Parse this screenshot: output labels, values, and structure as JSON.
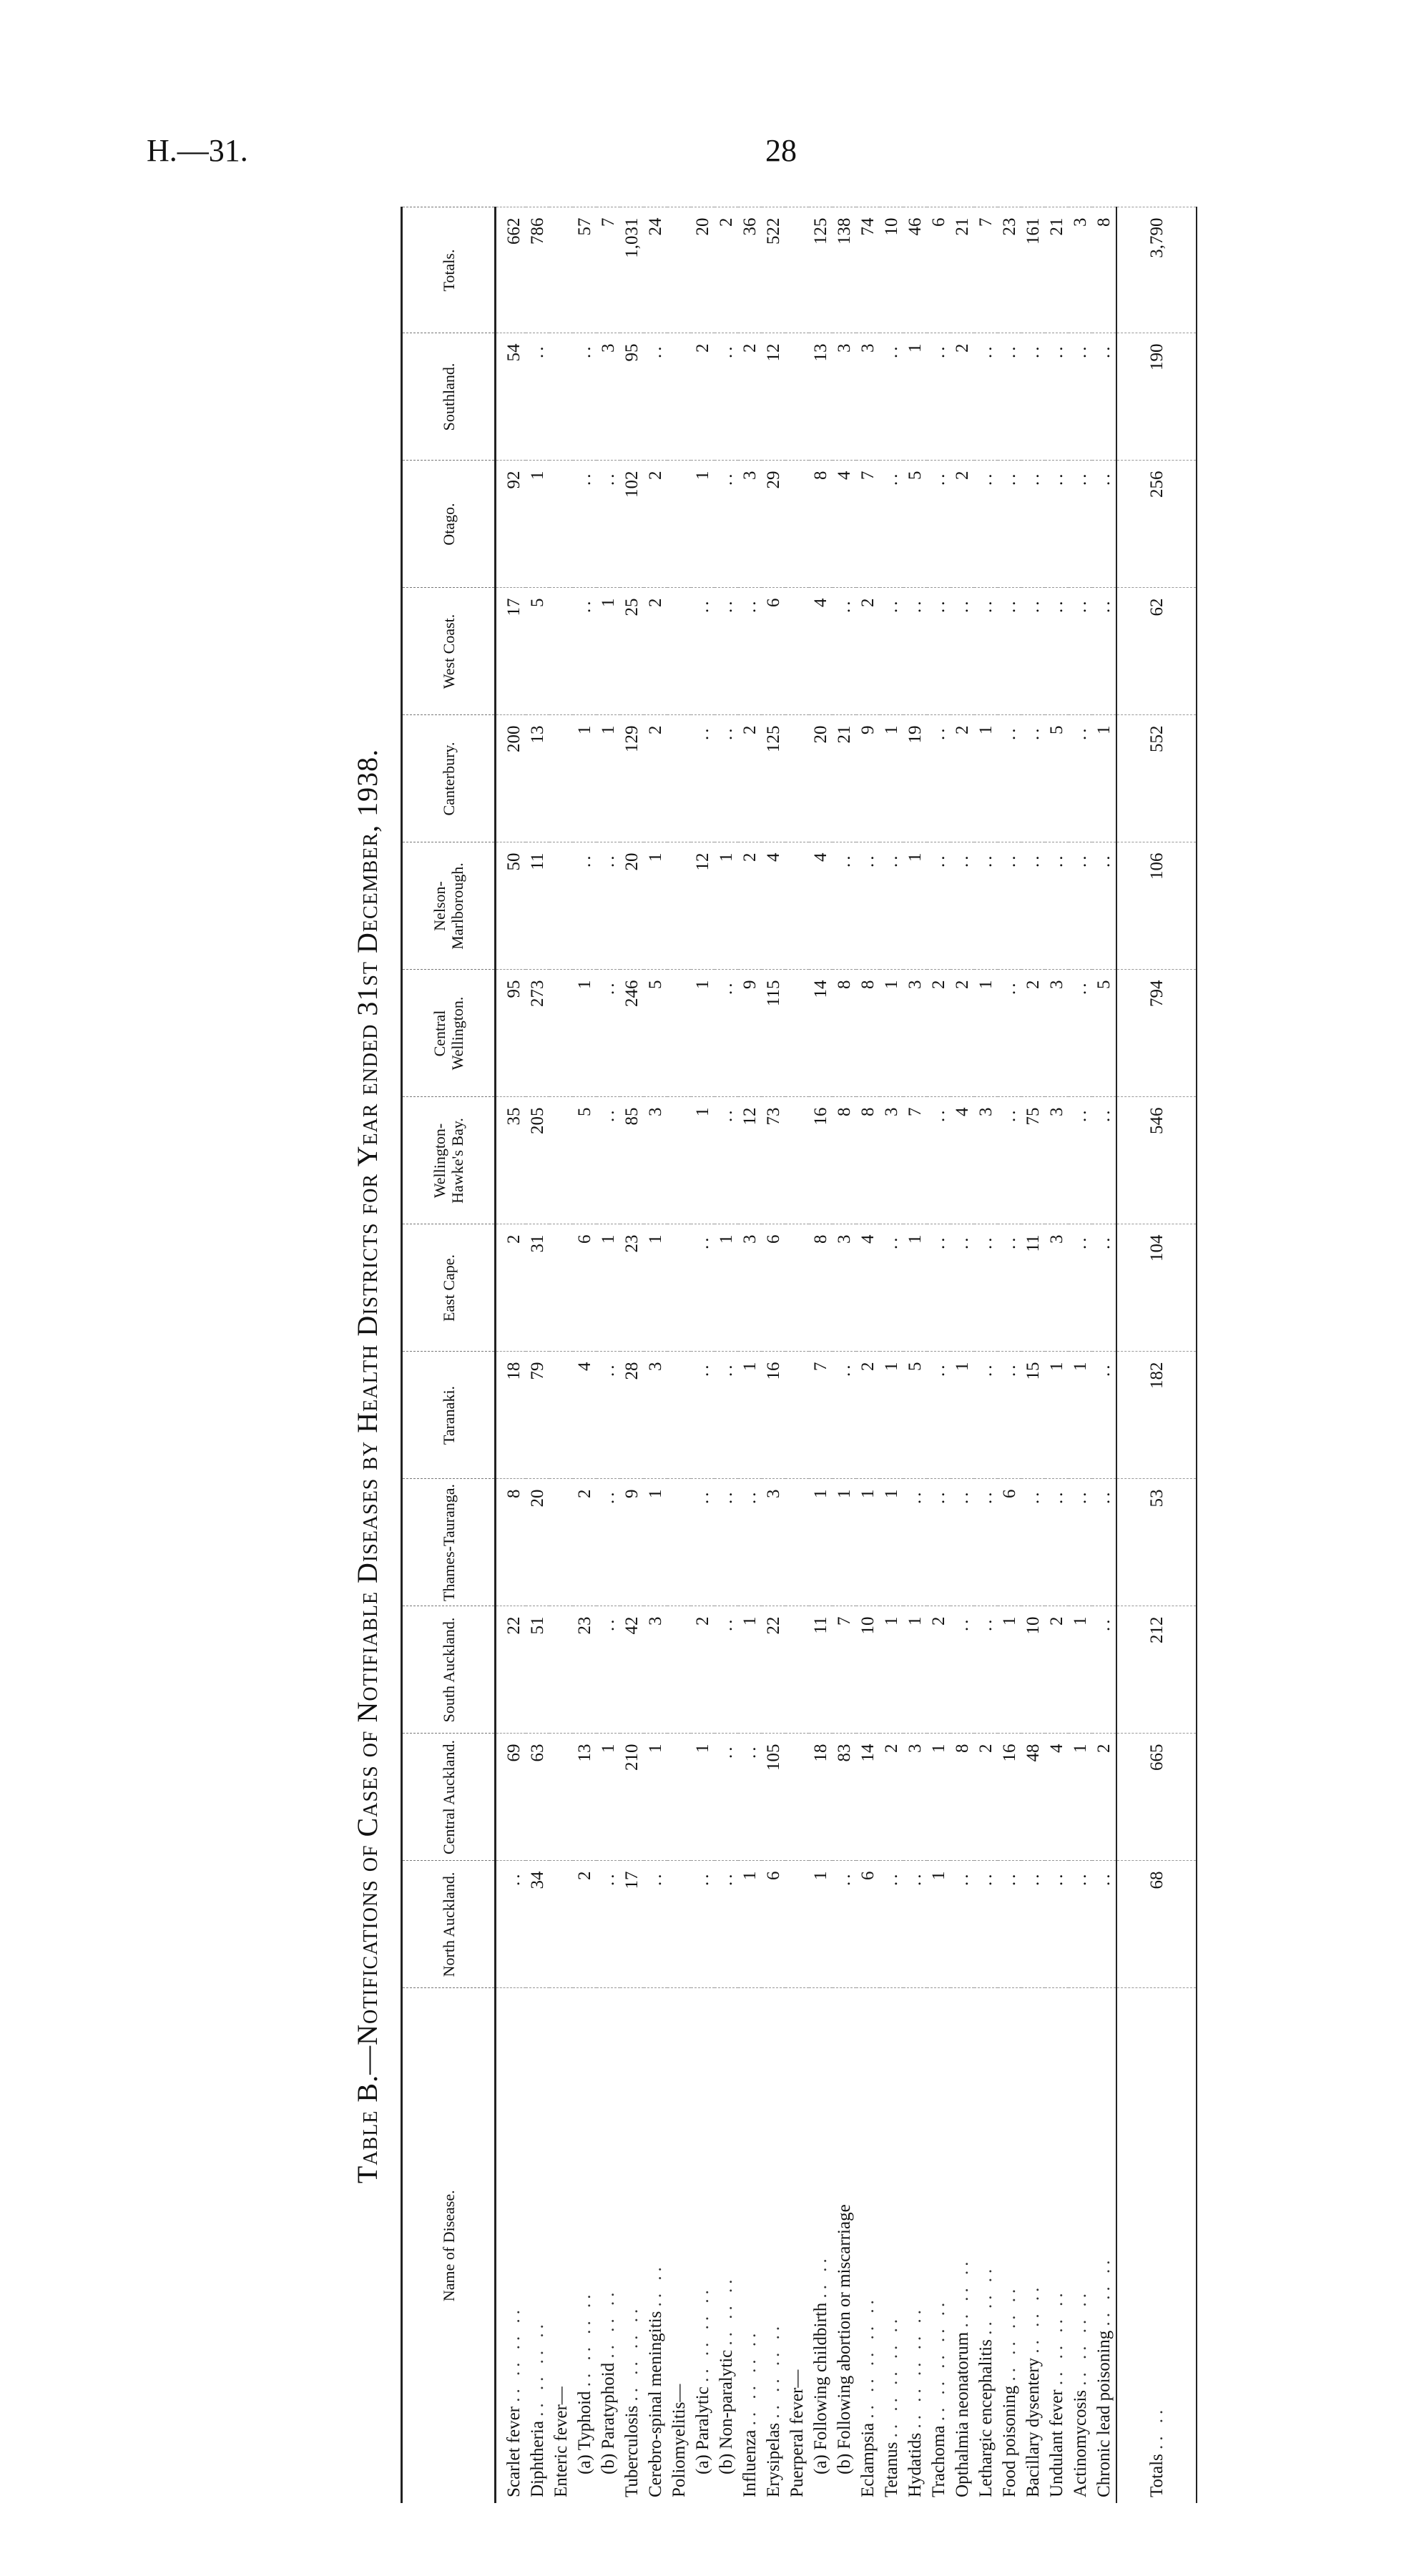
{
  "header": {
    "ref": "H.—31.",
    "page": "28"
  },
  "title": "Table B.—Notifications of Cases of Notifiable Diseases by Health Districts for Year ended 31st December, 1938.",
  "columns": {
    "name": "Name of Disease.",
    "districts": [
      "North Auckland.",
      "Central Auckland.",
      "South Auckland.",
      "Thames-Tauranga.",
      "Taranaki.",
      "East Cape.",
      "Wellington-Hawke's Bay.",
      "Central Wellington.",
      "Nelson-Marlborough.",
      "Canterbury.",
      "West Coast.",
      "Otago.",
      "Southland.",
      "Totals."
    ]
  },
  "rows": [
    {
      "label": "Scarlet fever",
      "leader": "..  ..  ..  ..",
      "indent": false,
      "values": [
        "..",
        "69",
        "22",
        "8",
        "18",
        "2",
        "35",
        "95",
        "50",
        "200",
        "17",
        "92",
        "54",
        "662"
      ]
    },
    {
      "label": "Diphtheria",
      "leader": "..  ..  ..  ..",
      "indent": false,
      "values": [
        "34",
        "63",
        "51",
        "20",
        "79",
        "31",
        "205",
        "273",
        "11",
        "13",
        "5",
        "1",
        "..",
        "786"
      ]
    },
    {
      "label": "Enteric fever—",
      "leader": "",
      "indent": false,
      "values": [
        "",
        "",
        "",
        "",
        "",
        "",
        "",
        "",
        "",
        "",
        "",
        "",
        "",
        ""
      ]
    },
    {
      "label": "(a) Typhoid",
      "leader": "..  ..  ..  ..",
      "indent": true,
      "values": [
        "2",
        "13",
        "23",
        "2",
        "4",
        "6",
        "5",
        "1",
        "..",
        "1",
        "..",
        "..",
        "..",
        "57"
      ]
    },
    {
      "label": "(b) Paratyphoid",
      "leader": "..  ..  ..",
      "indent": true,
      "values": [
        "..",
        "1",
        "..",
        "..",
        "..",
        "1",
        "..",
        "..",
        "..",
        "1",
        "1",
        "..",
        "3",
        "7"
      ]
    },
    {
      "label": "Tuberculosis",
      "leader": "..  ..  ..  ..",
      "indent": false,
      "values": [
        "17",
        "210",
        "42",
        "9",
        "28",
        "23",
        "85",
        "246",
        "20",
        "129",
        "25",
        "102",
        "95",
        "1,031"
      ]
    },
    {
      "label": "Cerebro-spinal meningitis",
      "leader": "..  ..",
      "indent": false,
      "values": [
        "..",
        "1",
        "3",
        "1",
        "3",
        "1",
        "3",
        "5",
        "1",
        "2",
        "2",
        "2",
        "..",
        "24"
      ]
    },
    {
      "label": "Poliomyelitis—",
      "leader": "",
      "indent": false,
      "values": [
        "",
        "",
        "",
        "",
        "",
        "",
        "",
        "",
        "",
        "",
        "",
        "",
        "",
        ""
      ]
    },
    {
      "label": "(a) Paralytic",
      "leader": "..  ..  ..  ..",
      "indent": true,
      "values": [
        "..",
        "1",
        "2",
        "..",
        "..",
        "..",
        "1",
        "1",
        "12",
        "..",
        "..",
        "1",
        "2",
        "20"
      ]
    },
    {
      "label": "(b) Non-paralytic",
      "leader": "..  ..  ..",
      "indent": true,
      "values": [
        "..",
        "..",
        "..",
        "..",
        "..",
        "1",
        "..",
        "..",
        "1",
        "..",
        "..",
        "..",
        "..",
        "2"
      ]
    },
    {
      "label": "Influenza",
      "leader": "..  ..  ..  ..",
      "indent": false,
      "values": [
        "1",
        "..",
        "1",
        "..",
        "1",
        "3",
        "12",
        "9",
        "2",
        "2",
        "..",
        "3",
        "2",
        "36"
      ]
    },
    {
      "label": "Erysipelas",
      "leader": "..  ..  ..  ..",
      "indent": false,
      "values": [
        "6",
        "105",
        "22",
        "3",
        "16",
        "6",
        "73",
        "115",
        "4",
        "125",
        "6",
        "29",
        "12",
        "522"
      ]
    },
    {
      "label": "Puerperal fever—",
      "leader": "",
      "indent": false,
      "values": [
        "",
        "",
        "",
        "",
        "",
        "",
        "",
        "",
        "",
        "",
        "",
        "",
        "",
        ""
      ]
    },
    {
      "label": "(a) Following childbirth",
      "leader": "..  ..",
      "indent": true,
      "values": [
        "1",
        "18",
        "11",
        "1",
        "7",
        "8",
        "16",
        "14",
        "4",
        "20",
        "4",
        "8",
        "13",
        "125"
      ]
    },
    {
      "label": "(b) Following abortion or miscarriage",
      "leader": "",
      "indent": true,
      "values": [
        "..",
        "83",
        "7",
        "1",
        "..",
        "3",
        "8",
        "8",
        "..",
        "21",
        "..",
        "4",
        "3",
        "138"
      ]
    },
    {
      "label": "Eclampsia",
      "leader": "..  ..  ..  ..  ..",
      "indent": false,
      "values": [
        "6",
        "14",
        "10",
        "1",
        "2",
        "4",
        "8",
        "8",
        "..",
        "9",
        "2",
        "7",
        "3",
        "74"
      ]
    },
    {
      "label": "Tetanus",
      "leader": "..  ..  ..  ..  ..",
      "indent": false,
      "values": [
        "..",
        "2",
        "1",
        "1",
        "1",
        "..",
        "3",
        "1",
        "..",
        "1",
        "..",
        "..",
        "..",
        "10"
      ]
    },
    {
      "label": "Hydatids",
      "leader": "..  ..  ..  ..  ..",
      "indent": false,
      "values": [
        "..",
        "3",
        "1",
        "..",
        "5",
        "1",
        "7",
        "3",
        "1",
        "19",
        "..",
        "5",
        "1",
        "46"
      ]
    },
    {
      "label": "Trachoma",
      "leader": "..  ..  ..  ..  ..",
      "indent": false,
      "values": [
        "1",
        "1",
        "2",
        "..",
        "..",
        "..",
        "..",
        "2",
        "..",
        "..",
        "..",
        "..",
        "..",
        "6"
      ]
    },
    {
      "label": "Opthalmia neonatorum",
      "leader": "..  ..  ..",
      "indent": false,
      "values": [
        "..",
        "8",
        "..",
        "..",
        "1",
        "..",
        "4",
        "2",
        "..",
        "2",
        "..",
        "2",
        "2",
        "21"
      ]
    },
    {
      "label": "Lethargic encephalitis",
      "leader": "..  ..  ..",
      "indent": false,
      "values": [
        "..",
        "2",
        "..",
        "..",
        "..",
        "..",
        "3",
        "1",
        "..",
        "1",
        "..",
        "..",
        "..",
        "7"
      ]
    },
    {
      "label": "Food poisoning",
      "leader": "..  ..  ..  ..",
      "indent": false,
      "values": [
        "..",
        "16",
        "1",
        "6",
        "..",
        "..",
        "..",
        "..",
        "..",
        "..",
        "..",
        "..",
        "..",
        "23"
      ]
    },
    {
      "label": "Bacillary dysentery",
      "leader": "..  ..  ..",
      "indent": false,
      "values": [
        "..",
        "48",
        "10",
        "..",
        "15",
        "11",
        "75",
        "2",
        "..",
        "..",
        "..",
        "..",
        "..",
        "161"
      ]
    },
    {
      "label": "Undulant fever",
      "leader": "..  ..  ..  ..",
      "indent": false,
      "values": [
        "..",
        "4",
        "2",
        "..",
        "1",
        "3",
        "3",
        "3",
        "..",
        "5",
        "..",
        "..",
        "..",
        "21"
      ]
    },
    {
      "label": "Actinomycosis",
      "leader": "..  ..  ..  ..",
      "indent": false,
      "values": [
        "..",
        "1",
        "1",
        "..",
        "1",
        "..",
        "..",
        "..",
        "..",
        "..",
        "..",
        "..",
        "..",
        "3"
      ]
    },
    {
      "label": "Chronic lead poisoning",
      "leader": "..  ..  ..",
      "indent": false,
      "values": [
        "..",
        "2",
        "..",
        "..",
        "..",
        "..",
        "..",
        "5",
        "..",
        "1",
        "..",
        "..",
        "..",
        "8"
      ]
    }
  ],
  "totals": {
    "label": "Totals",
    "leader": "..  ..",
    "values": [
      "68",
      "665",
      "212",
      "53",
      "182",
      "104",
      "546",
      "794",
      "106",
      "552",
      "62",
      "256",
      "190",
      "3,790"
    ]
  }
}
